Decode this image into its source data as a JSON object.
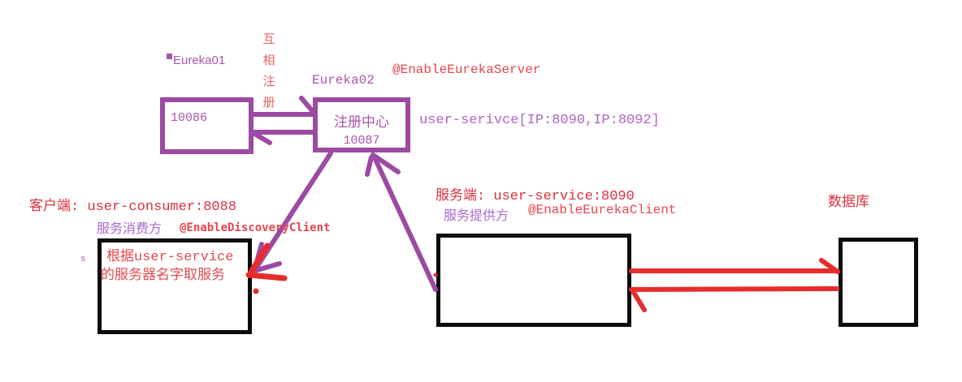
{
  "colors": {
    "purple": "#9d4aa3",
    "purple_text": "#a855ae",
    "purple_light": "#b363c4",
    "violet_label": "#a968d2",
    "red": "#dc2f3e",
    "red_annotation": "#e8454f",
    "red_note": "#e4494f",
    "red_soft": "#ea6464",
    "red_arrow": "#e82c2c",
    "black": "#0c0c0c"
  },
  "eureka_cluster": {
    "node1_label": "Eureka01",
    "node1_port": "10086",
    "node2_label": "Eureka02",
    "node2_name": "注册中心",
    "node2_port": "10087",
    "mutual_register_label": "互相注册",
    "server_annotation": "@EnableEurekaServer",
    "registered_instances": "user-serivce[IP:8090,IP:8092]"
  },
  "consumer": {
    "title": "客户端: user-consumer:8088",
    "role_label": "服务消费方",
    "annotation": "@EnableDiscoveryClient",
    "note_line1": "根据user-service",
    "note_line2": "的服务器名字取服务",
    "stray_char": "s"
  },
  "provider": {
    "title": "服务端: user-service:8090",
    "role_label": "服务提供方",
    "annotation": "@EnableEurekaClient"
  },
  "database": {
    "label": "数据库"
  }
}
